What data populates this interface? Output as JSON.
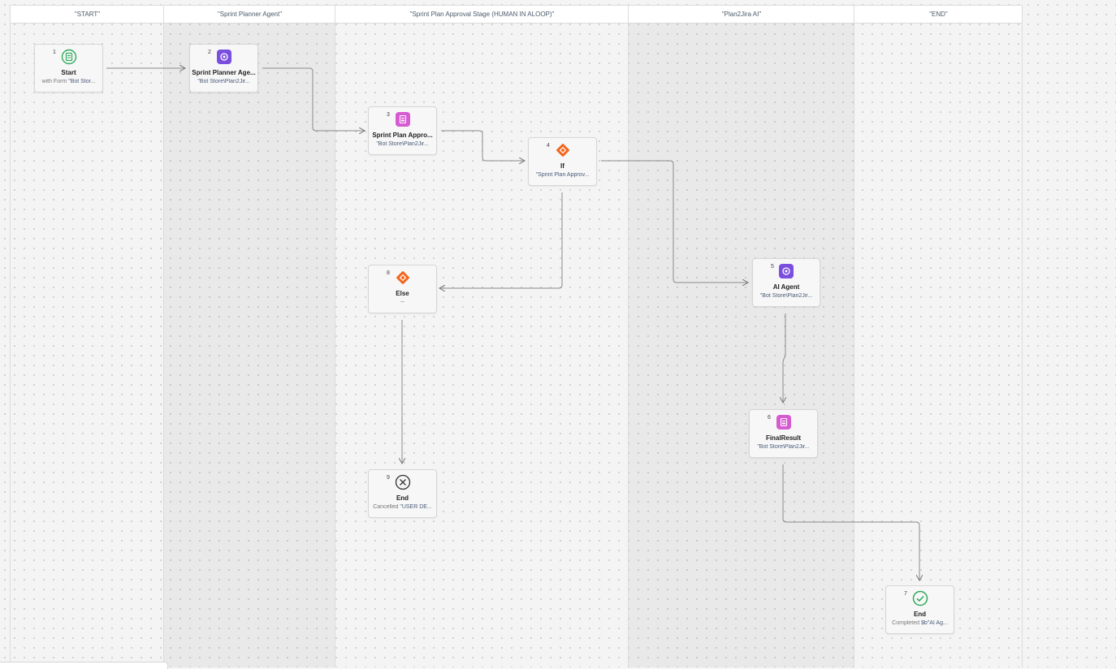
{
  "lanes": [
    {
      "label": "\"START\""
    },
    {
      "label": "\"Sprint Planner Agent\""
    },
    {
      "label": "\"Sprint Plan Approval Stage (HUMAN IN ALOOP)\""
    },
    {
      "label": "\"Plan2Jira AI\""
    },
    {
      "label": "\"END\""
    }
  ],
  "nodes": [
    {
      "num": "1",
      "title": "Start",
      "sub_prefix": "with Form",
      "sub": "\"Bot Stor...",
      "icon": "form-icon",
      "icon_color": "#2eaa5c"
    },
    {
      "num": "2",
      "title": "Sprint Planner Age...",
      "sub_prefix": "",
      "sub": "\"Bot Store\\Plan2Jir...",
      "icon": "ai-agent-icon",
      "icon_color": "#7a4fe0"
    },
    {
      "num": "3",
      "title": "Sprint Plan Appro...",
      "sub_prefix": "",
      "sub": "\"Bot Store\\Plan2Jir...",
      "icon": "task-form-icon",
      "icon_color": "#d65ad0"
    },
    {
      "num": "4",
      "title": "If",
      "sub_prefix": "",
      "sub": "\"Sprint Plan Approv...",
      "icon": "condition-icon",
      "icon_color": "#f2661d"
    },
    {
      "num": "5",
      "title": "AI Agent",
      "sub_prefix": "",
      "sub": "\"Bot Store\\Plan2Jir...",
      "icon": "ai-agent-icon",
      "icon_color": "#7a4fe0"
    },
    {
      "num": "6",
      "title": "FinalResult",
      "sub_prefix": "",
      "sub": "\"Bot Store\\Plan2Jir...",
      "icon": "task-form-icon",
      "icon_color": "#d65ad0"
    },
    {
      "num": "7",
      "title": "End",
      "sub_prefix": "Completed",
      "sub": "$b\"AI Ag...",
      "icon": "check-circle-icon",
      "icon_color": "#2eaa5c"
    },
    {
      "num": "8",
      "title": "Else",
      "sub_prefix": "",
      "sub": "--",
      "icon": "condition-icon",
      "icon_color": "#f2661d"
    },
    {
      "num": "9",
      "title": "End",
      "sub_prefix": "Cancelled",
      "sub": "\"USER DE...",
      "icon": "cancel-circle-icon",
      "icon_color": "#333333"
    }
  ],
  "edges": [
    {
      "from": "1",
      "to": "2"
    },
    {
      "from": "2",
      "to": "3"
    },
    {
      "from": "3",
      "to": "4"
    },
    {
      "from": "4",
      "to": "5"
    },
    {
      "from": "4",
      "to": "8"
    },
    {
      "from": "5",
      "to": "6"
    },
    {
      "from": "6",
      "to": "7"
    },
    {
      "from": "8",
      "to": "9"
    }
  ]
}
